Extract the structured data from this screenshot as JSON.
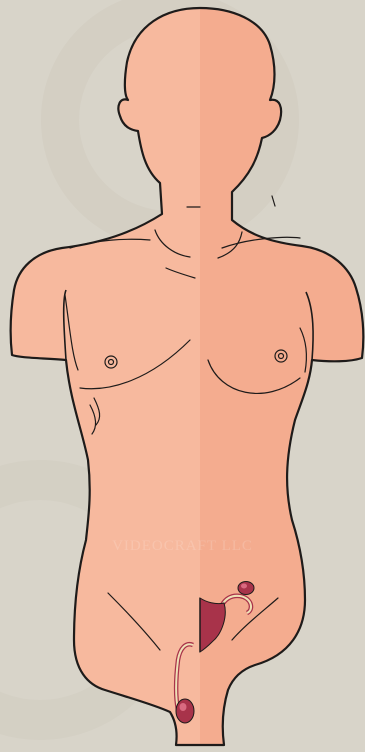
{
  "colors": {
    "background": "#d8d4c9",
    "background_swirl": "#cfcabd",
    "skin_left_male": "#f7b99e",
    "skin_right_female": "#f4ac8f",
    "outline": "#1e1b1a",
    "reproductive_organ": "#a8334a",
    "reproductive_organ_light": "#d96a80",
    "duct": "#efe0b6"
  },
  "figure": {
    "left_half": "male",
    "right_half": "female",
    "organs": [
      "testis-icon",
      "vas-deferens-icon",
      "uterus-icon",
      "fallopian-tube-icon",
      "ovary-icon"
    ]
  },
  "watermark": {
    "text": "VIDEOCRAFT LLC"
  }
}
